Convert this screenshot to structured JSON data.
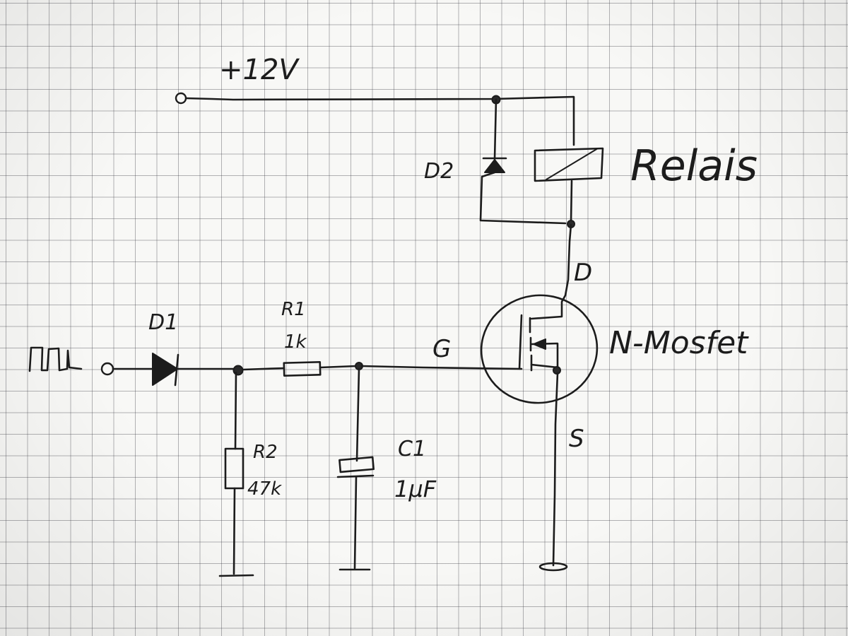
{
  "labels": {
    "supply": "+12V",
    "relay": "Relais",
    "d2": "D2",
    "d1": "D1",
    "r1_name": "R1",
    "r1_value": "1k",
    "r2_name": "R2",
    "r2_value": "47k",
    "c1_name": "C1",
    "c1_value": "1µF",
    "gate": "G",
    "drain": "D",
    "source": "S",
    "mosfet": "N-Mosfet",
    "pulse": "⊓⊓⊔"
  }
}
